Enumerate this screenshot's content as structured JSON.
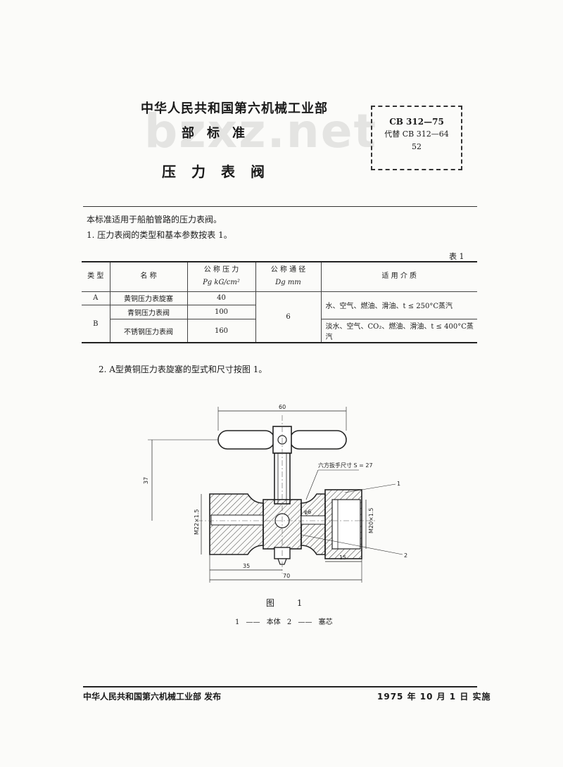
{
  "header": {
    "ministry": "中华人民共和国第六机械工业部",
    "standard_type": "部标准",
    "title": "压力表阀",
    "watermark": "bzxz.net"
  },
  "code_box": {
    "code": "CB 312—75",
    "replaces": "代替 CB 312—64",
    "number": "52"
  },
  "body": {
    "intro": "本标准适用于船舶管路的压力表阀。",
    "clause1": "1. 压力表阀的类型和基本参数按表 1。",
    "table_label": "表 1",
    "clause2": "2. A型黄铜压力表旋塞的型式和尺寸按图 1。"
  },
  "table": {
    "headers": {
      "type": "类 型",
      "name": "名 称",
      "pressure_line1": "公 称 压 力",
      "pressure_line2": "Pg kG/cm²",
      "diameter_line1": "公 称 通 径",
      "diameter_line2": "Dg mm",
      "medium": "适 用 介 质"
    },
    "type_a": "A",
    "type_b": "B",
    "row1": {
      "name": "黄铜压力表旋塞",
      "pressure": "40"
    },
    "row2": {
      "name": "青铜压力表阀",
      "pressure": "100"
    },
    "row3": {
      "name": "不锈钢压力表阀",
      "pressure": "160",
      "medium": "淡水、空气、CO₂、燃油、滑油、t ≤ 400°C蒸汽"
    },
    "dg_value": "6",
    "medium_ab": "水、空气、燃油、滑油、t ≤ 250°C蒸汽"
  },
  "figure": {
    "caption": "图 1",
    "legend": "1 —— 本体   2 —— 塞芯",
    "dims": {
      "d60": "60",
      "d37": "37",
      "d35": "35",
      "d70": "70",
      "d15": "15",
      "m22": "M22×1.5",
      "m20": "M20×1.5",
      "phi6": "φ6",
      "wrench": "六方扳手尺寸 S = 27",
      "callout1": "1",
      "callout2": "2"
    }
  },
  "footer": {
    "publisher": "中华人民共和国第六机械工业部 发布",
    "date": "1975 年 10 月 1 日 实施"
  }
}
